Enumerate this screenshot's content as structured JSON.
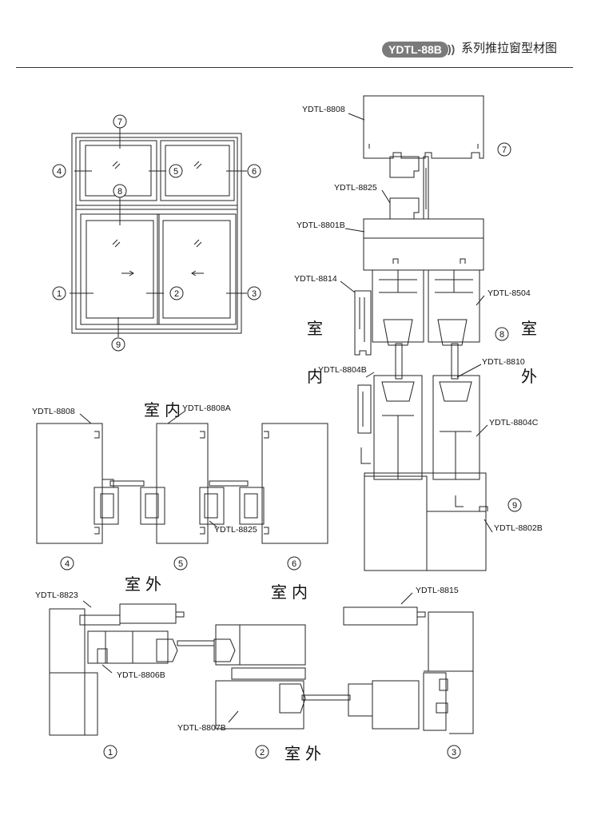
{
  "header": {
    "series_code": "YDTL-88B",
    "arrows": "))",
    "title": "系列推拉窗型材图"
  },
  "callout_numbers": [
    "1",
    "2",
    "3",
    "4",
    "5",
    "6",
    "7",
    "8",
    "9"
  ],
  "room_labels": {
    "indoor": "室内",
    "outdoor": "室外",
    "room": "室",
    "inside": "内",
    "outside": "外"
  },
  "profile_codes": {
    "p8808": "YDTL-8808",
    "p8808a": "YDTL-8808A",
    "p8825": "YDTL-8825",
    "p8801b": "YDTL-8801B",
    "p8814": "YDTL-8814",
    "p8504": "YDTL-8504",
    "p8804b": "YDTL-8804B",
    "p8810": "YDTL-8810",
    "p8804c": "YDTL-8804C",
    "p8802b": "YDTL-8802B",
    "p8823": "YDTL-8823",
    "p8806b": "YDTL-8806B",
    "p8807b": "YDTL-8807B",
    "p8815": "YDTL-8815"
  }
}
